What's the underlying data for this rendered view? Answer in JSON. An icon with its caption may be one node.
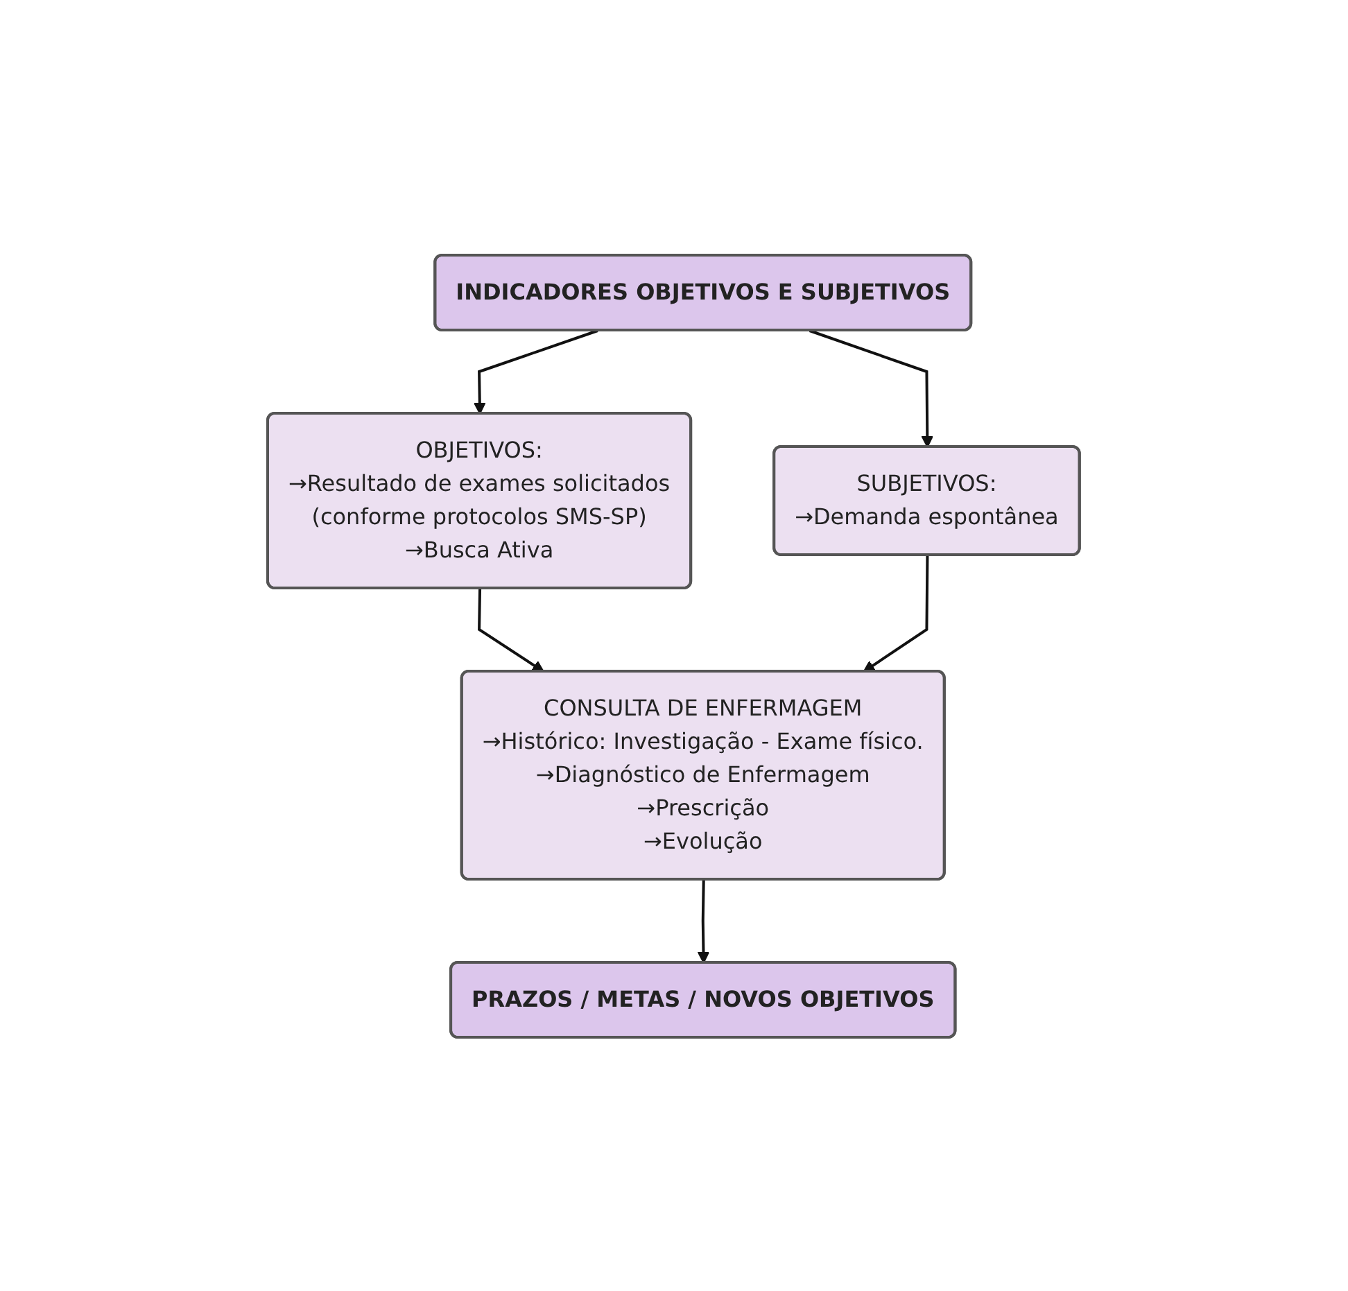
{
  "diagram": {
    "nodes": [
      {
        "text": [
          "INDICADORES OBJETIVOS E SUBJETIVOS"
        ]
      },
      {
        "text": [
          "OBJETIVOS:",
          "→Resultado de exames solicitados",
          "(conforme protocolos SMS-SP)",
          "→Busca Ativa"
        ]
      },
      {
        "text": [
          "SUBJETIVOS:",
          "→Demanda espontânea"
        ]
      },
      {
        "text": [
          "CONSULTA DE ENFERMAGEM",
          "→Histórico: Investigação - Exame físico.",
          "→Diagnóstico de Enfermagem",
          "→Prescrição",
          "→Evolução"
        ]
      },
      {
        "text": [
          "PRAZOS / METAS / NOVOS OBJETIVOS"
        ]
      }
    ],
    "edges": [
      {
        "from": 0,
        "to": 1,
        "arrow": "to"
      },
      {
        "from": 0,
        "to": 2,
        "arrow": "to"
      },
      {
        "from": 1,
        "to": 3,
        "arrow": "to"
      },
      {
        "from": 2,
        "to": 3,
        "arrow": "to"
      },
      {
        "from": 3,
        "to": 4,
        "arrow": "to"
      }
    ]
  }
}
